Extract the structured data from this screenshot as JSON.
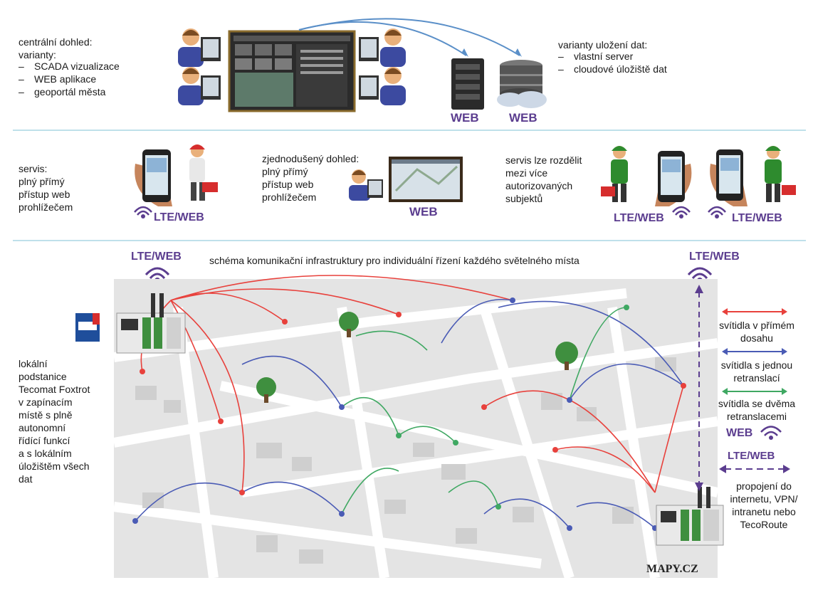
{
  "top": {
    "left_title": "centrální dohled:\nvarianty:",
    "left_items": [
      "SCADA vizualizace",
      "WEB aplikace",
      "geoportál města"
    ],
    "right_title": "varianty uložení dat:",
    "right_items": [
      "vlastní server",
      "cloudové úložiště dat"
    ],
    "web_label_server": "WEB",
    "web_label_cloud": "WEB"
  },
  "middle": {
    "service_text": "servis:\nplný přímý\npřístup web\nprohlížečem",
    "service_lte": "LTE/WEB",
    "simple_text": "zjednodušený dohled:\nplný přímý\npřístup web\nprohlížečem",
    "simple_web": "WEB",
    "split_text": "servis lze rozdělit\nmezi více\nautorizovaných\nsubjektů",
    "split_lte_1": "LTE/WEB",
    "split_lte_2": "LTE/WEB"
  },
  "bottom": {
    "title": "schéma komunikační infrastruktury pro individuální řízení každého světelného místa",
    "lte_left": "LTE/WEB",
    "lte_right": "LTE/WEB",
    "substation_text": "lokální\npodstanice\nTecomat Foxtrot\nv zapínacím\nmístě s plně\nautonomní\nřídící funkcí\na s lokálním\núložištěm všech\ndat",
    "legend": {
      "red": "svítidla v přímém\ndosahu",
      "blue": "svítidla s jednou\nretranslací",
      "green": "svítidla\nse dvěma\nretranslacemi",
      "web": "WEB",
      "lte": "LTE/WEB",
      "internet": "propojení do\ninternetu,\nVPN/\nintranetu nebo\nTecoRoute"
    },
    "map_logo": "MAPY.CZ"
  },
  "colors": {
    "red": "#e8413c",
    "blue": "#4a5bb5",
    "green": "#3fa862",
    "purple": "#5b3d8f",
    "separator": "#bfe0ea"
  }
}
